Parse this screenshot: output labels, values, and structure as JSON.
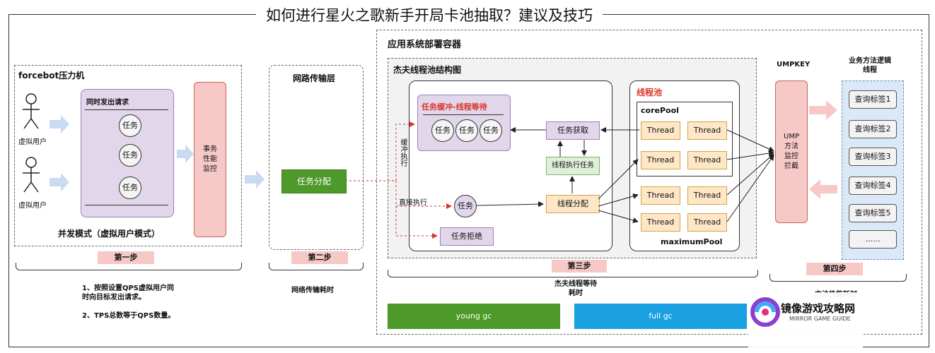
{
  "title": "如何进行星火之歌新手开局卡池抽取？建议及技巧",
  "deploy_container": {
    "label": "应用系统部署容器",
    "thread_pool_diagram": {
      "label": "杰夫线程池结构图",
      "buffer_box": {
        "label": "任务缓冲-线程等待",
        "tasks": [
          "任务",
          "任务",
          "任务"
        ]
      },
      "task_fetch": "任务获取",
      "thread_exec": "线程执行任务",
      "thread_assign": "线程分配",
      "task_single": "任务",
      "task_reject": "任务拒绝",
      "direct_exec": "直接执行",
      "buffer_exec": "缓冲执行"
    },
    "pool": {
      "label": "线程池",
      "core_label": "corePool",
      "max_label": "maximumPool",
      "core_threads": [
        "Thread",
        "Thread",
        "Thread",
        "Thread"
      ],
      "max_threads": [
        "Thread",
        "Thread",
        "Thread",
        "Thread"
      ]
    },
    "umpkey": {
      "label": "UMPKEY",
      "box": "UMP\n方法\n监控\n拦截"
    },
    "business": {
      "label": "业务方法逻辑\n线程",
      "tags": [
        "查询标签1",
        "查询标签2",
        "查询标签3",
        "查询标签4",
        "查询标签5",
        "......"
      ]
    },
    "gc": {
      "young": "young gc",
      "full": "full gc"
    }
  },
  "forcebot": {
    "label": "forcebot压力机",
    "users": [
      "虚拟用户",
      "虚拟用户"
    ],
    "concurrent_label": "同时发出请求",
    "tasks": [
      "任务",
      "任务",
      "任务"
    ],
    "monitor": "事务\n性能\n监控",
    "mode": "并发模式（虚拟用户模式）"
  },
  "network": {
    "label": "网路传输层",
    "dispatch": "任务分配"
  },
  "steps": [
    {
      "label": "第一步",
      "notes": [
        "1、按照设置QPS虚拟用户同\n时向目标发出请求。",
        "2、TPS总数等于QPS数量。"
      ]
    },
    {
      "label": "第二步",
      "notes": [
        "网络传输耗时"
      ]
    },
    {
      "label": "第三步",
      "notes": [
        "杰夫线程等待\n耗时"
      ]
    },
    {
      "label": "第四步",
      "notes": [
        "方法性能耗时"
      ]
    }
  ],
  "watermark": {
    "title": "镜像游戏攻略网",
    "sub": "MIRROR GAME GUIDE"
  },
  "colors": {
    "purple": "#e2d6ea",
    "pink": "#f6c9c6",
    "green": "#4d9a2a",
    "blue": "#1ba1e2",
    "thread": "#fde7c7",
    "red": "#d9362b"
  }
}
